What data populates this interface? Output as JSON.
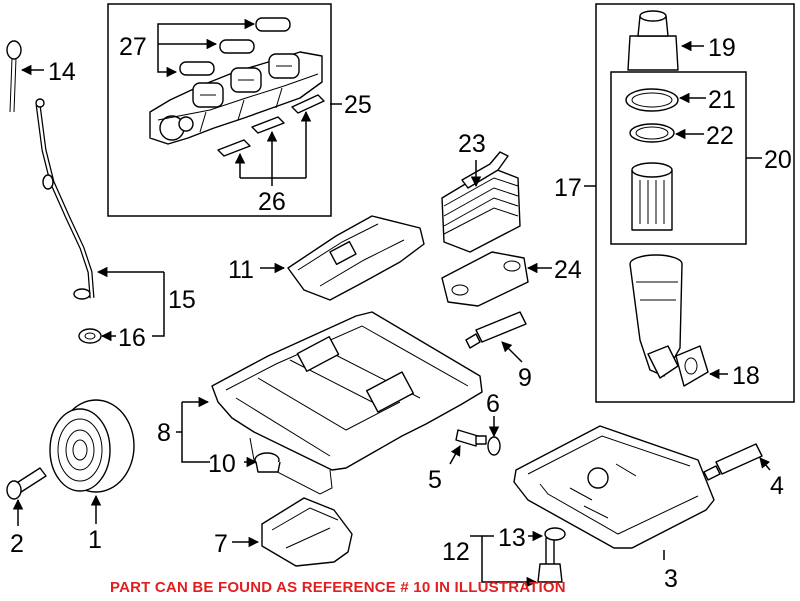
{
  "callouts": {
    "c1": "1",
    "c2": "2",
    "c3": "3",
    "c4": "4",
    "c5": "5",
    "c6": "6",
    "c7": "7",
    "c8": "8",
    "c9": "9",
    "c10": "10",
    "c11": "11",
    "c12": "12",
    "c13": "13",
    "c14": "14",
    "c15": "15",
    "c16": "16",
    "c17": "17",
    "c18": "18",
    "c19": "19",
    "c20": "20",
    "c21": "21",
    "c22": "22",
    "c23": "23",
    "c24": "24",
    "c25": "25",
    "c26": "26",
    "c27": "27"
  },
  "footer_note": "PART CAN BE FOUND AS REFERENCE # 10 IN ILLUSTRATION",
  "colors": {
    "line": "#000000",
    "note": "#e01f1f",
    "background": "#ffffff"
  }
}
